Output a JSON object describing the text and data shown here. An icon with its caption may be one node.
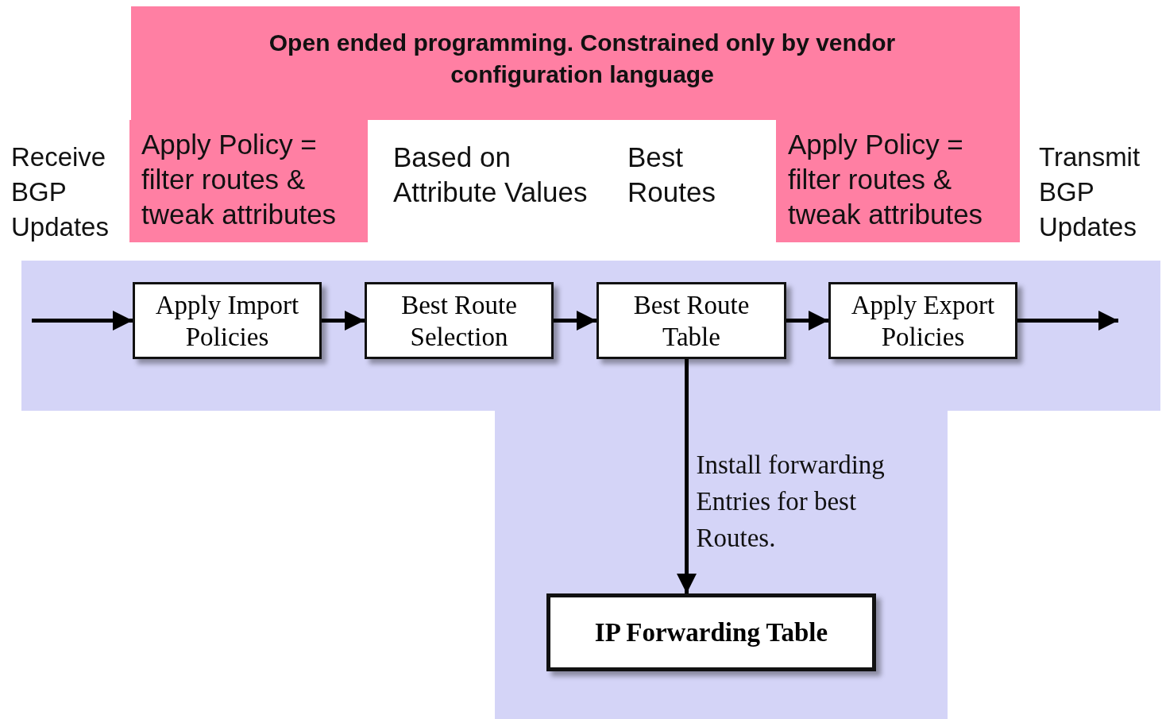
{
  "diagram": {
    "nodes": [
      {
        "text": [
          "Open ended programming. Constrained only by vendor configuration language"
        ]
      },
      {
        "text": [],
        "shape": "box"
      },
      {
        "text": [
          "Apply Import Policies"
        ],
        "in": 1
      },
      {
        "text": [
          "Best Route Selection"
        ],
        "in": 1
      },
      {
        "text": [
          "Best Route Table"
        ],
        "in": 1
      },
      {
        "text": [
          "Apply Export Policies"
        ],
        "in": 1
      },
      {
        "text": [
          "IP Forwarding Table"
        ],
        "in": 1
      }
    ],
    "edges": [
      {
        "from": null,
        "to": 2,
        "arrow": "to"
      },
      {
        "from": 2,
        "to": 3,
        "arrow": "to"
      },
      {
        "from": 3,
        "to": 4,
        "arrow": "to"
      },
      {
        "from": 4,
        "to": 5,
        "arrow": "to"
      },
      {
        "from": 5,
        "to": null,
        "arrow": "to"
      },
      {
        "from": 4,
        "to": 6,
        "arrow": "to",
        "label": "Install forwarding Entries for best Routes."
      }
    ],
    "labels": [
      "Receive BGP Updates",
      "Apply Policy = filter routes & tweak attributes",
      "Based on Attribute Values",
      "Best Routes",
      "Apply Policy = filter routes & tweak attributes",
      "Transmit BGP Updates"
    ]
  }
}
